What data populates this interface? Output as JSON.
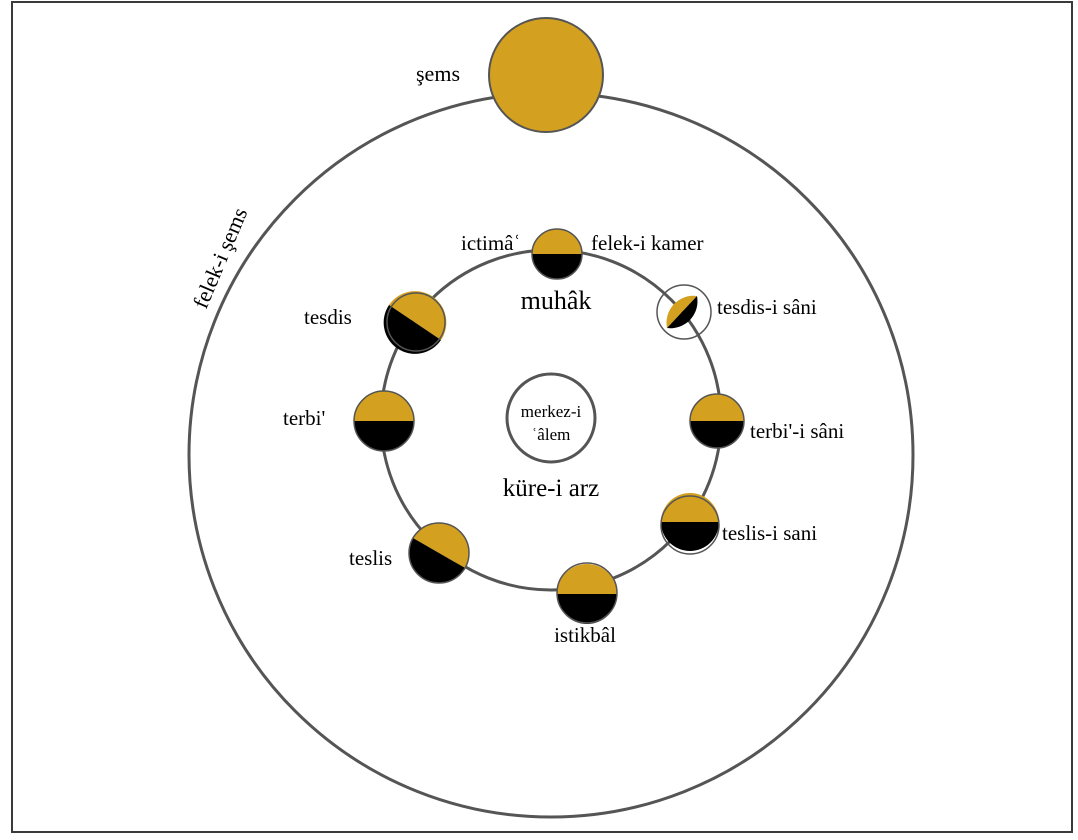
{
  "colors": {
    "lit": "#D4A020",
    "dark": "#000000",
    "stroke": "#555555",
    "frame": "#3a3a3a"
  },
  "sun": {
    "label": "şems"
  },
  "sun_orbit": {
    "label": "felek-i şems"
  },
  "earth": {
    "label_line1": "merkez-i",
    "label_line2": "ʿâlem",
    "name": "küre-i arz"
  },
  "moon_orbit": {
    "label": "felek-i kamer"
  },
  "muhak_label": "muhâk",
  "phases": {
    "ictima": "ictimâʿ",
    "tesdis_sani": "tesdis-i sâni",
    "terbi_sani": "terbi'-i sâni",
    "teslis_sani": "teslis-i sani",
    "istikbal": "istikbâl",
    "teslis": "teslis",
    "terbi": "terbi'",
    "tesdis": "tesdis"
  }
}
